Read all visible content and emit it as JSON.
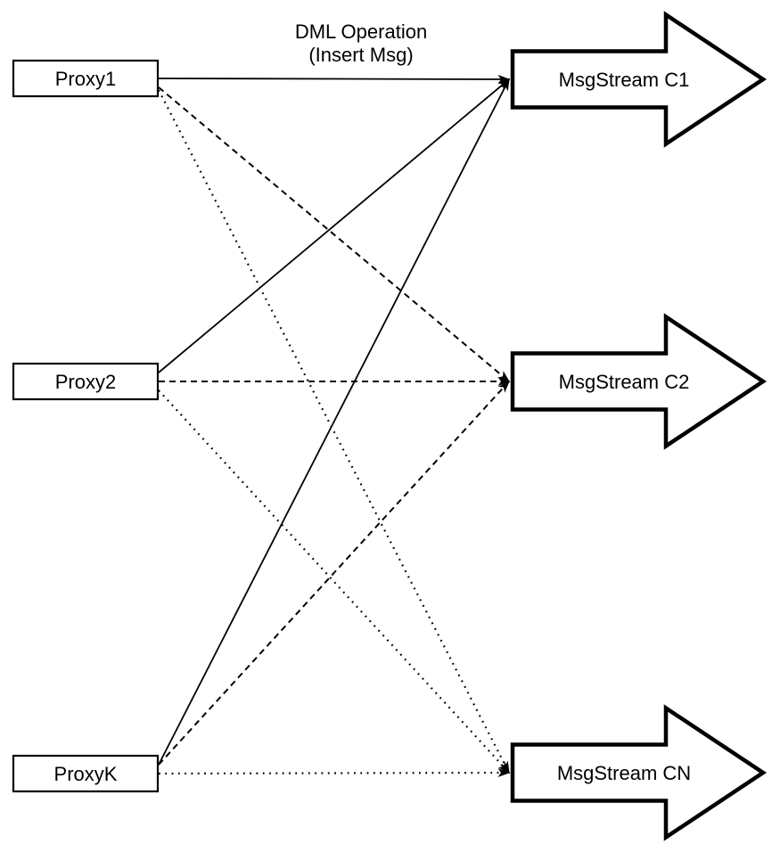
{
  "diagram": {
    "title": {
      "line1": "DML Operation",
      "line2": "(Insert Msg)"
    },
    "proxies": [
      {
        "id": "proxy1",
        "label": "Proxy1"
      },
      {
        "id": "proxy2",
        "label": "Proxy2"
      },
      {
        "id": "proxyk",
        "label": "ProxyK"
      }
    ],
    "streams": [
      {
        "id": "c1",
        "label": "MsgStream C1"
      },
      {
        "id": "c2",
        "label": "MsgStream C2"
      },
      {
        "id": "cn",
        "label": "MsgStream CN"
      }
    ],
    "edges": [
      {
        "from": "Proxy1",
        "to": "MsgStream C1",
        "line_style": "solid"
      },
      {
        "from": "Proxy2",
        "to": "MsgStream C1",
        "line_style": "solid"
      },
      {
        "from": "ProxyK",
        "to": "MsgStream C1",
        "line_style": "solid"
      },
      {
        "from": "Proxy1",
        "to": "MsgStream C2",
        "line_style": "dashed"
      },
      {
        "from": "Proxy2",
        "to": "MsgStream C2",
        "line_style": "dashed"
      },
      {
        "from": "ProxyK",
        "to": "MsgStream C2",
        "line_style": "dashed"
      },
      {
        "from": "Proxy1",
        "to": "MsgStream CN",
        "line_style": "dotted"
      },
      {
        "from": "Proxy2",
        "to": "MsgStream CN",
        "line_style": "dotted"
      },
      {
        "from": "ProxyK",
        "to": "MsgStream CN",
        "line_style": "dotted"
      }
    ],
    "colors": {
      "stroke": "#000000",
      "fill": "#ffffff",
      "background": "#ffffff"
    }
  }
}
